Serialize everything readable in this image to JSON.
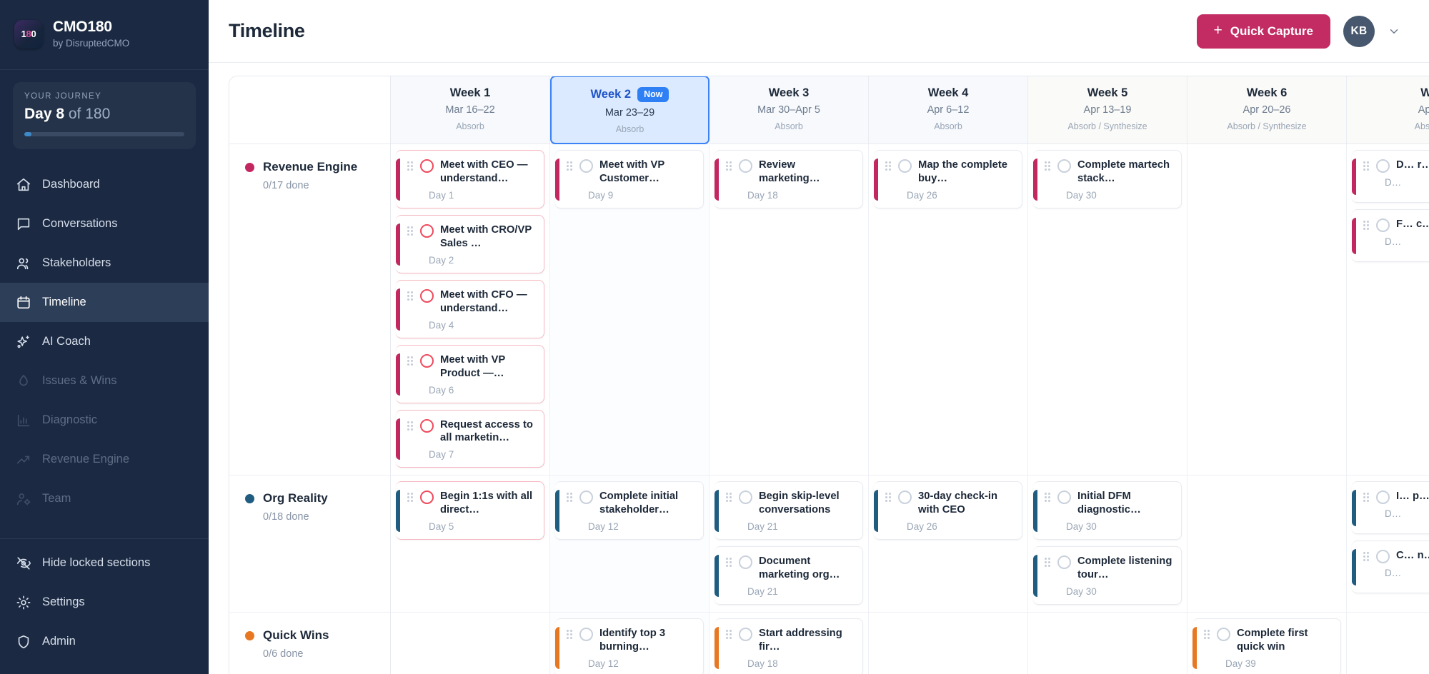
{
  "brand": {
    "logo_text_1": "1",
    "logo_text_2": "8",
    "logo_text_3": "0",
    "title": "CMO180",
    "subtitle": "by DisruptedCMO"
  },
  "journey": {
    "label": "YOUR JOURNEY",
    "day_prefix": "Day 8",
    "day_suffix": " of 180",
    "progress_percent": 4.4
  },
  "sidebar": {
    "items": [
      {
        "label": "Dashboard",
        "icon": "home-icon",
        "state": "normal"
      },
      {
        "label": "Conversations",
        "icon": "chat-icon",
        "state": "normal"
      },
      {
        "label": "Stakeholders",
        "icon": "users-icon",
        "state": "normal"
      },
      {
        "label": "Timeline",
        "icon": "calendar-icon",
        "state": "active"
      },
      {
        "label": "AI Coach",
        "icon": "sparkles-icon",
        "state": "normal"
      },
      {
        "label": "Issues & Wins",
        "icon": "flame-icon",
        "state": "locked"
      },
      {
        "label": "Diagnostic",
        "icon": "chart-icon",
        "state": "locked"
      },
      {
        "label": "Revenue Engine",
        "icon": "trending-up-icon",
        "state": "locked"
      },
      {
        "label": "Team",
        "icon": "user-gear-icon",
        "state": "locked"
      }
    ],
    "footer_items": [
      {
        "label": "Hide locked sections",
        "icon": "eye-off-icon",
        "state": "normal"
      },
      {
        "label": "Settings",
        "icon": "gear-icon",
        "state": "normal"
      },
      {
        "label": "Admin",
        "icon": "shield-icon",
        "state": "normal"
      }
    ]
  },
  "topbar": {
    "title": "Timeline",
    "quick_capture_label": "Quick Capture",
    "quick_capture_plus": "+",
    "avatar_initials": "KB",
    "accent_color": "#c32b63"
  },
  "timeline": {
    "weeks": [
      {
        "name": "Week 1",
        "dates": "Mar 16–22",
        "phase": "Absorb",
        "now": false,
        "phase2": false
      },
      {
        "name": "Week 2",
        "dates": "Mar 23–29",
        "phase": "Absorb",
        "now": true,
        "now_badge": "Now",
        "phase2": false
      },
      {
        "name": "Week 3",
        "dates": "Mar 30–Apr 5",
        "phase": "Absorb",
        "now": false,
        "phase2": false
      },
      {
        "name": "Week 4",
        "dates": "Apr 6–12",
        "phase": "Absorb",
        "now": false,
        "phase2": false
      },
      {
        "name": "Week 5",
        "dates": "Apr 13–19",
        "phase": "Absorb / Synthesize",
        "now": false,
        "phase2": true
      },
      {
        "name": "Week 6",
        "dates": "Apr 20–26",
        "phase": "Absorb / Synthesize",
        "now": false,
        "phase2": true
      },
      {
        "name": "W",
        "dates": "Apr",
        "phase": "Absor",
        "now": false,
        "phase2": true
      }
    ],
    "lanes": [
      {
        "name": "Revenue Engine",
        "done": "0/17 done",
        "color": "#c2275f",
        "cells": [
          [
            {
              "title": "Meet with CEO — understand…",
              "day": "Day 1",
              "overdue": true
            },
            {
              "title": "Meet with CRO/VP Sales …",
              "day": "Day 2",
              "overdue": true
            },
            {
              "title": "Meet with CFO — understand…",
              "day": "Day 4",
              "overdue": true
            },
            {
              "title": "Meet with VP Product —…",
              "day": "Day 6",
              "overdue": true
            },
            {
              "title": "Request access to all marketin…",
              "day": "Day 7",
              "overdue": true
            }
          ],
          [
            {
              "title": "Meet with VP Customer…",
              "day": "Day 9",
              "overdue": false
            }
          ],
          [
            {
              "title": "Review marketing…",
              "day": "Day 18",
              "overdue": false
            }
          ],
          [
            {
              "title": "Map the complete buy…",
              "day": "Day 26",
              "overdue": false
            }
          ],
          [
            {
              "title": "Complete martech stack…",
              "day": "Day 30",
              "overdue": false
            }
          ],
          [],
          [
            {
              "title": "D… r…",
              "day": "D…",
              "overdue": false
            },
            {
              "title": "F… c…",
              "day": "D…",
              "overdue": false
            }
          ]
        ]
      },
      {
        "name": "Org Reality",
        "done": "0/18 done",
        "color": "#1f5c80",
        "cells": [
          [
            {
              "title": "Begin 1:1s with all direct…",
              "day": "Day 5",
              "overdue": true
            }
          ],
          [
            {
              "title": "Complete initial stakeholder…",
              "day": "Day 12",
              "overdue": false
            }
          ],
          [
            {
              "title": "Begin skip-level conversations",
              "day": "Day 21",
              "overdue": false
            },
            {
              "title": "Document marketing org…",
              "day": "Day 21",
              "overdue": false
            }
          ],
          [
            {
              "title": "30-day check-in with CEO",
              "day": "Day 26",
              "overdue": false
            }
          ],
          [
            {
              "title": "Initial DFM diagnostic…",
              "day": "Day 30",
              "overdue": false
            },
            {
              "title": "Complete listening tour…",
              "day": "Day 30",
              "overdue": false
            }
          ],
          [],
          [
            {
              "title": "I… p…",
              "day": "D…",
              "overdue": false
            },
            {
              "title": "C… n…",
              "day": "D…",
              "overdue": false
            }
          ]
        ]
      },
      {
        "name": "Quick Wins",
        "done": "0/6 done",
        "color": "#e87722",
        "cells": [
          [],
          [
            {
              "title": "Identify top 3 burning…",
              "day": "Day 12",
              "overdue": false
            }
          ],
          [
            {
              "title": "Start addressing fir…",
              "day": "Day 18",
              "overdue": false
            }
          ],
          [],
          [],
          [
            {
              "title": "Complete first quick win",
              "day": "Day 39",
              "overdue": false
            }
          ],
          []
        ]
      }
    ]
  }
}
